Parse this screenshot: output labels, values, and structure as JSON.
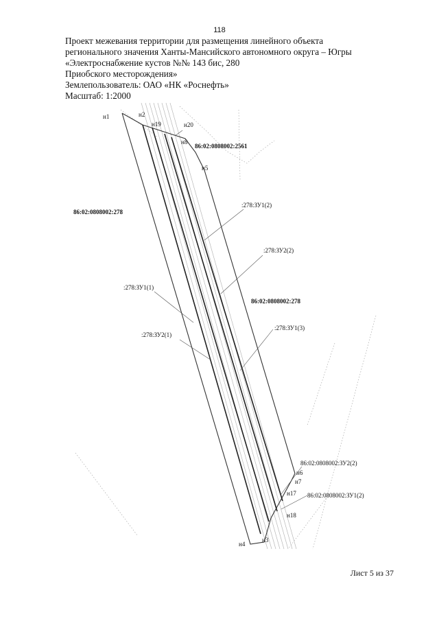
{
  "page_number": "118",
  "header": {
    "line1": "Проект межевания территории для размещения линейного объекта",
    "line2": "регионального значения Ханты-Мансийского автономного округа – Югры",
    "line3": "«Электроснабжение кустов №№ 143 бис, 280",
    "line4": "Приобского месторождения»",
    "landuser": "Землепользователь: ОАО «НК «Роснефть»",
    "scale": "Масштаб: 1:2000"
  },
  "map": {
    "points": {
      "n1": "н1",
      "n2": "н2",
      "n19": "н19",
      "n20": "н20",
      "n8": "н8",
      "n5": "н5",
      "n6": "н6",
      "n7": "н7",
      "n17": "н17",
      "n18": "н18",
      "n3": "н3",
      "n4": "н4"
    },
    "parcels": {
      "parcel_2561": "86:02:0808002:2561",
      "parcel_278_left": "86:02:0808002:278",
      "parcel_278_right": "86:02:0808002:278",
      "zu1_2_bottom": "86:02:0808002:ЗУ2(2)",
      "zu1_1_bottom": "86:02:0808002:ЗУ1(2)"
    },
    "zones": {
      "zu1_2": ":278:ЗУ1(2)",
      "zu2_2": ":278:ЗУ2(2)",
      "zu1_1": ":278:ЗУ1(1)",
      "zu2_1": ":278:ЗУ2(1)",
      "zu1_3": ":278:ЗУ1(3)"
    }
  },
  "footer": {
    "sheet": "Лист 5 из 37"
  }
}
